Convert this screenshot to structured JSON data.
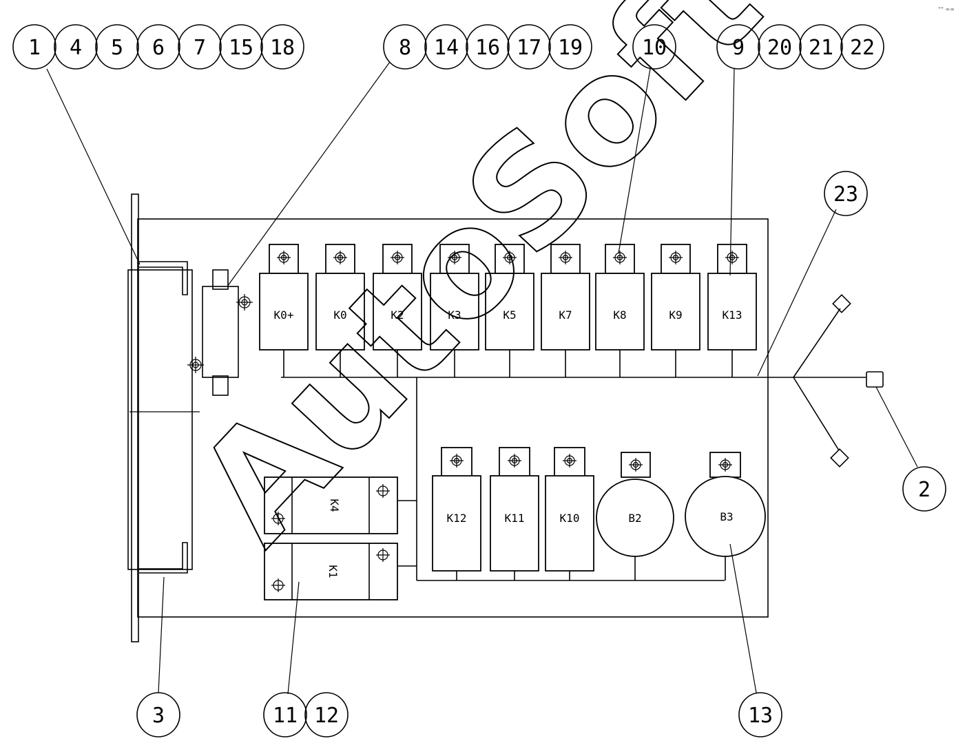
{
  "callouts": {
    "top_left": [
      "1",
      "4",
      "5",
      "6",
      "7",
      "15",
      "18"
    ],
    "top_mid": [
      "8",
      "14",
      "16",
      "17",
      "19"
    ],
    "top_10": [
      "10"
    ],
    "top_right": [
      "9",
      "20",
      "21",
      "22"
    ],
    "side_23": [
      "23"
    ],
    "side_2": [
      "2"
    ],
    "bottom_3": [
      "3"
    ],
    "bottom_11": [
      "11",
      "12"
    ],
    "bottom_13": [
      "13"
    ]
  },
  "components": {
    "top_row": [
      "K0+",
      "K0",
      "K2",
      "K3",
      "K5",
      "K7",
      "K8",
      "K9",
      "K13"
    ],
    "bottom_row": [
      "K12",
      "K11",
      "K10"
    ],
    "round": [
      "B2",
      "B3"
    ],
    "side": [
      "K4",
      "K1"
    ]
  },
  "watermark": "AutoSoft"
}
